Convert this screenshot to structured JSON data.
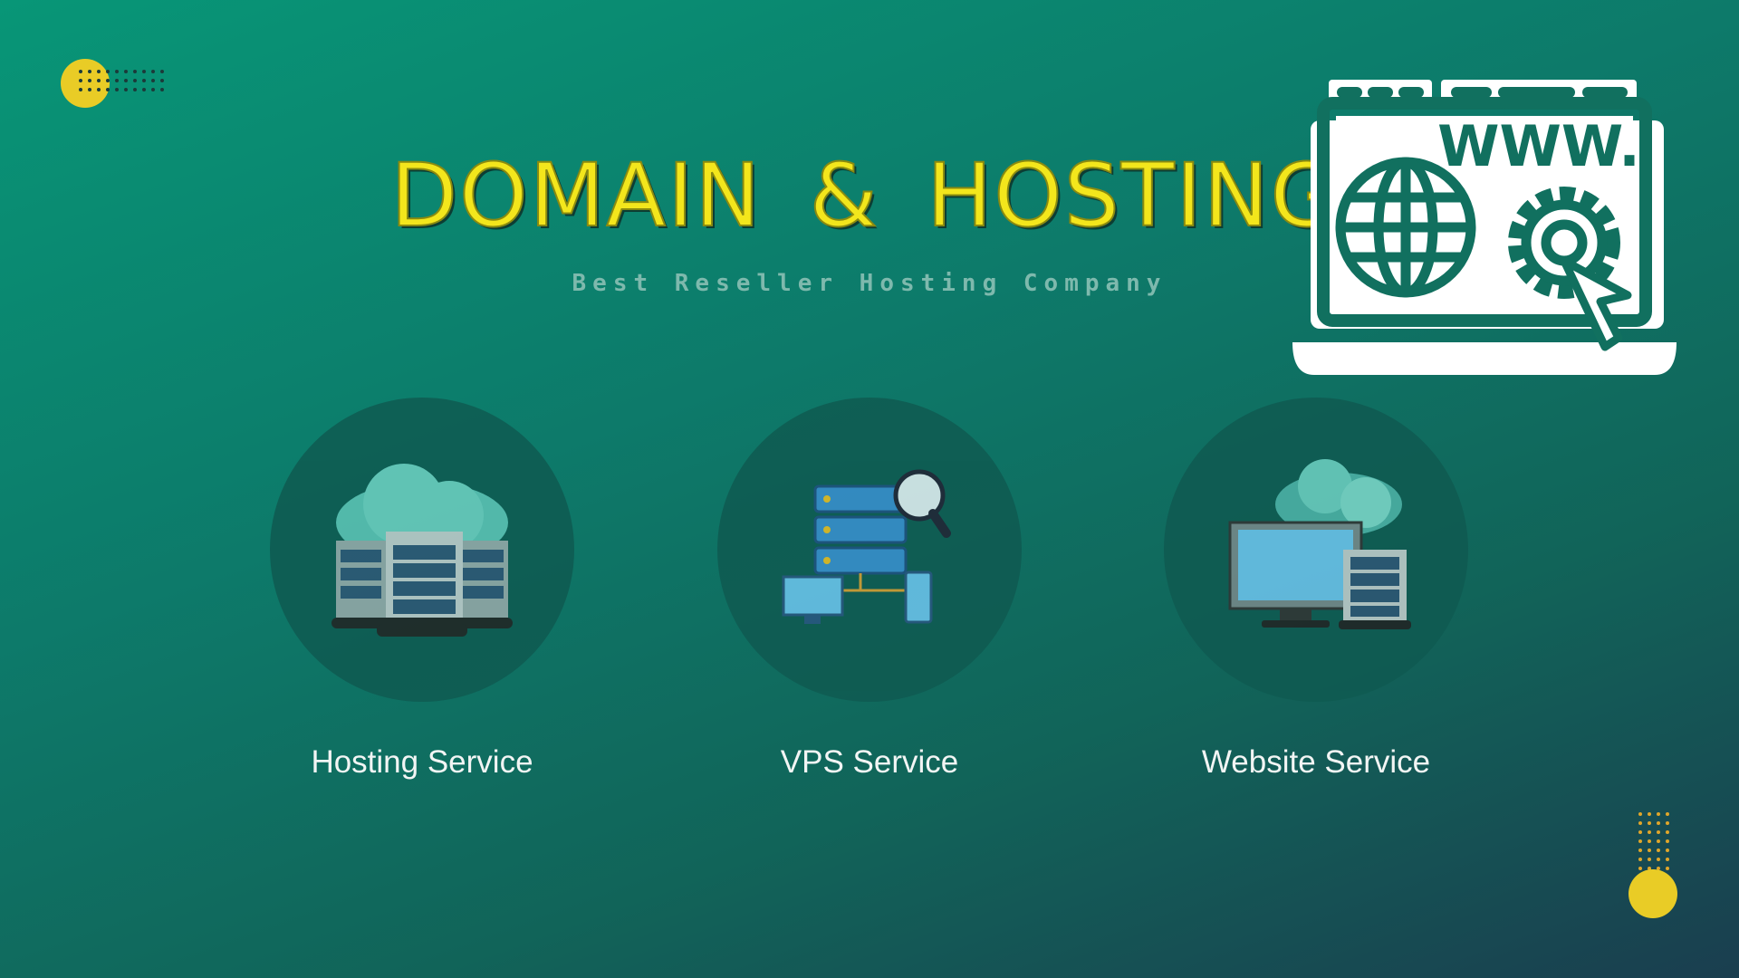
{
  "header": {
    "title": "DOMAIN & HOSTING",
    "subtitle": "Best Reseller Hosting Company"
  },
  "services": [
    {
      "label": "Hosting Service",
      "icon": "cloud-server-icon"
    },
    {
      "label": "VPS Service",
      "icon": "vps-server-icon"
    },
    {
      "label": "Website Service",
      "icon": "website-cloud-icon"
    }
  ],
  "hero_icon": {
    "name": "laptop-www-gear-icon",
    "text": "WWW."
  },
  "colors": {
    "accent": "#f3e61c",
    "dot": "#e9cc26",
    "bg_start": "#089677",
    "bg_end": "#1a3e4f"
  }
}
